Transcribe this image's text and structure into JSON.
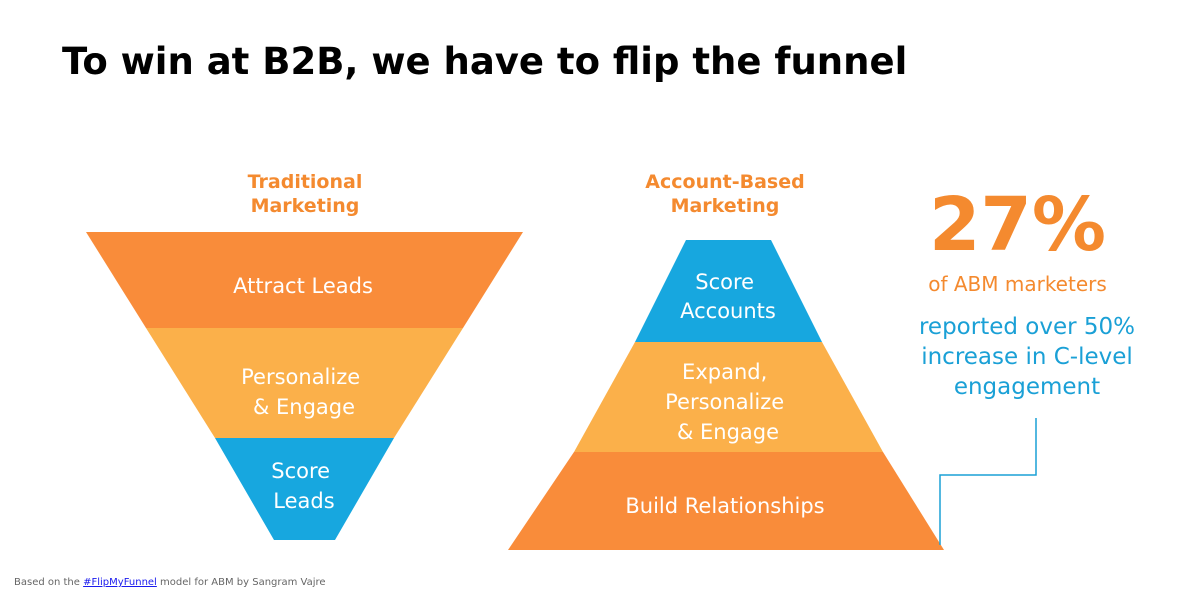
{
  "title": "To win at B2B, we have to flip the funnel",
  "colors": {
    "orange": "#f98c3a",
    "light_orange": "#fbb04a",
    "blue": "#17a7df",
    "heading_orange": "#f48a2f",
    "text_blue": "#1aa0d6",
    "callout_line": "#1aa0d6"
  },
  "traditional": {
    "heading_line1": "Traditional",
    "heading_line2": "Marketing",
    "segments": [
      {
        "lines": [
          "Attract Leads"
        ],
        "color": "#f98c3a"
      },
      {
        "lines": [
          "Personalize",
          "& Engage"
        ],
        "color": "#fbb04a"
      },
      {
        "lines": [
          "Score",
          "Leads"
        ],
        "color": "#17a7df"
      }
    ]
  },
  "abm": {
    "heading_line1": "Account-Based",
    "heading_line2": "Marketing",
    "segments": [
      {
        "lines": [
          "Score",
          "Accounts"
        ],
        "color": "#17a7df"
      },
      {
        "lines": [
          "Expand,",
          "Personalize",
          "& Engage"
        ],
        "color": "#fbb04a"
      },
      {
        "lines": [
          "Build Relationships"
        ],
        "color": "#f98c3a"
      }
    ]
  },
  "stat": {
    "value": "27%",
    "subtitle": "of ABM marketers",
    "description_lines": [
      "reported over 50%",
      "increase in C-level",
      "engagement"
    ]
  },
  "footer": {
    "prefix": "Based on the ",
    "link_text": "#FlipMyFunnel",
    "suffix": " model for ABM by Sangram Vajre"
  }
}
